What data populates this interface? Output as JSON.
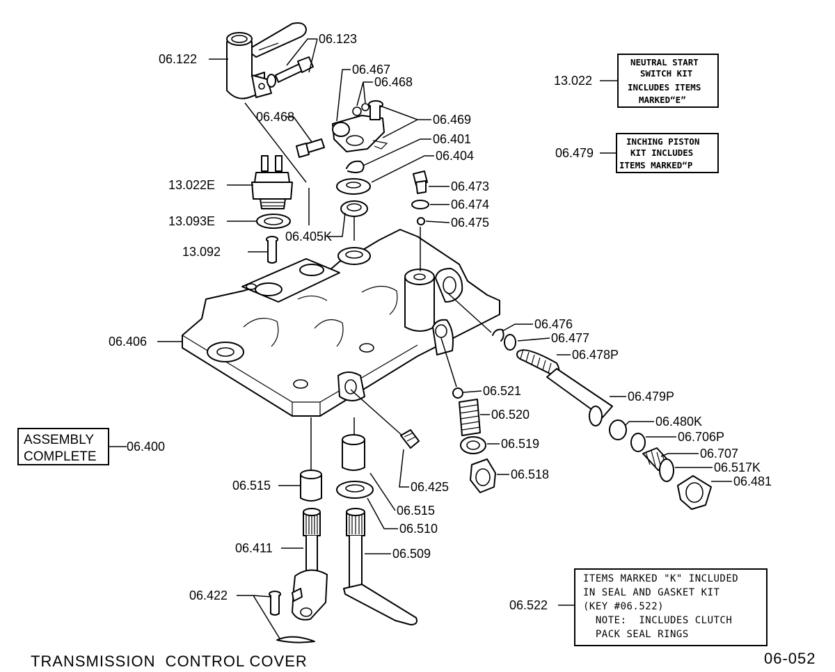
{
  "title": "TRANSMISSION  CONTROL COVER",
  "page_code": "06-052",
  "assembly": {
    "line1": "ASSEMBLY",
    "line2": "COMPLETE",
    "ref": "06.400"
  },
  "notes": {
    "neutral": {
      "ref": "13.022",
      "lines": [
        "NEUTRAL START",
        "SWITCH KIT",
        "INCLUDES ITEMS",
        "MARKED“E”"
      ]
    },
    "inching": {
      "ref": "06.479",
      "lines": [
        "INCHING PISTON",
        "KIT INCLUDES",
        "ITEMS MARKED“P"
      ]
    },
    "seal": {
      "ref": "06.522",
      "lines": [
        "ITEMS MARKED \"K\" INCLUDED",
        "IN SEAL AND GASKET KIT",
        "(KEY #06.522)",
        "  NOTE:  INCLUDES CLUTCH",
        "  PACK SEAL RINGS"
      ]
    }
  },
  "labels": {
    "p06122": "06.122",
    "p06123": "06.123",
    "p06467": "06.467",
    "p06468a": "06.468",
    "p06468b": "06.468",
    "p06469": "06.469",
    "p06401": "06.401",
    "p06404": "06.404",
    "p13022E": "13.022E",
    "p13093E": "13.093E",
    "p13092": "13.092",
    "p06405K": "06.405K",
    "p06473": "06.473",
    "p06474": "06.474",
    "p06475": "06.475",
    "p06406": "06.406",
    "p06476": "06.476",
    "p06477": "06.477",
    "p06478P": "06.478P",
    "p06521": "06.521",
    "p06479P": "06.479P",
    "p06520": "06.520",
    "p06480K": "06.480K",
    "p06519": "06.519",
    "p06706P": "06.706P",
    "p06707": "06.707",
    "p06517K": "06.517K",
    "p06518": "06.518",
    "p06481": "06.481",
    "p06425": "06.425",
    "p06515a": "06.515",
    "p06515b": "06.515",
    "p06510": "06.510",
    "p06411": "06.411",
    "p06509": "06.509",
    "p06422": "06.422"
  }
}
